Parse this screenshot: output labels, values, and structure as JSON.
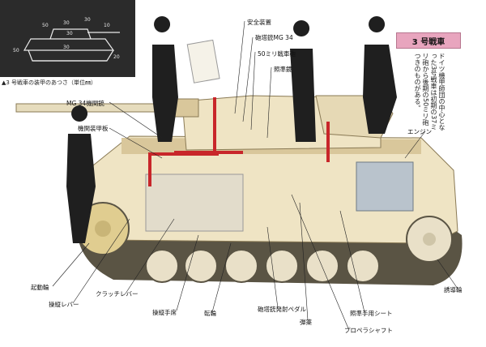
{
  "colors": {
    "hull": "#efe4c4",
    "hull_shade": "#d9c79b",
    "armor_red": "#c8262a",
    "track": "#5a5444",
    "wheel": "#e9e0c8",
    "crew_dark": "#1f1f1f",
    "inset_bg": "#2b2b2b",
    "title_bg": "#e8a5be"
  },
  "inset": {
    "caption": "▲3 号戦車の装甲のあつさ（単位㎜）",
    "thickness_labels": [
      "50",
      "30",
      "30",
      "10",
      "30",
      "30",
      "50",
      "20"
    ]
  },
  "title": "3 号戦車",
  "description": "ドイツ機甲師団の中心となった3号戦車は初期の37ミリ砲から後期の50ミリ砲つきのものがある。",
  "labels": {
    "safety_device": "安全装置",
    "coax_mg34": "砲塔銃MG 34",
    "gun_50mm": "50ミリ戦車砲",
    "sight": "照準鏡",
    "mg34_hull": "MG 34機関銃",
    "hull_armor": "機関装甲板",
    "engine": "エンジン",
    "drive_wheel": "起動輪",
    "steering_lever": "操縦レバー",
    "clutch_lever": "クラッチレバー",
    "driver_seat": "操縦手席",
    "road_wheel": "転輪",
    "firing_pedal": "砲塔銃発射ペダル",
    "ammo": "弾薬",
    "gunner_seat": "照準手用シート",
    "propeller_shaft": "プロペラシャフト",
    "idler_wheel": "誘導輪"
  }
}
